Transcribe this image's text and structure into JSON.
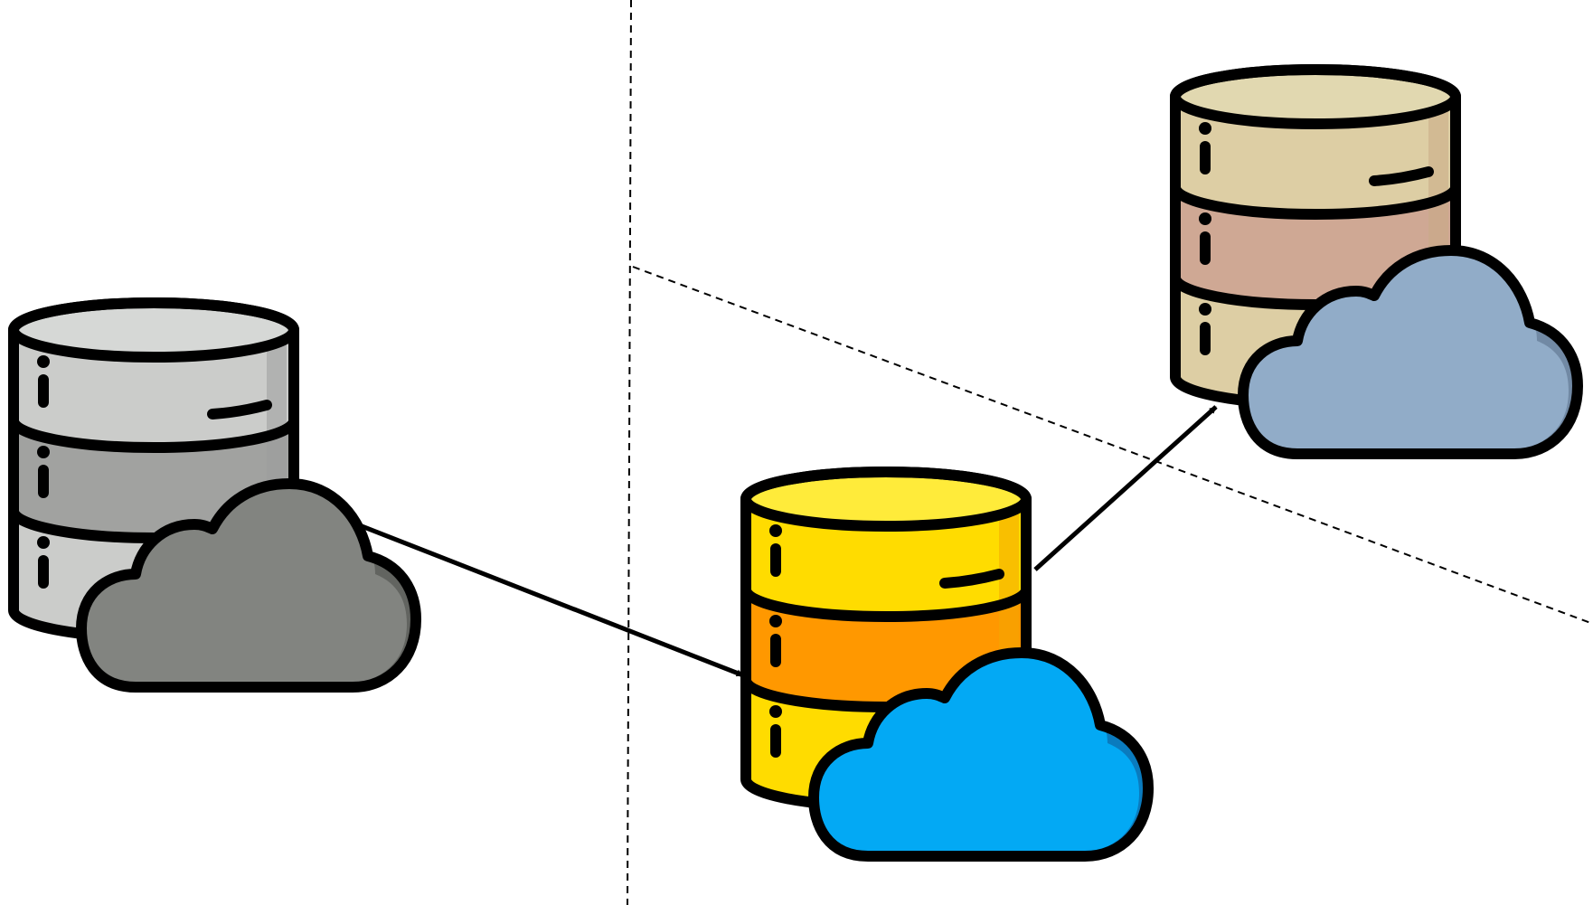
{
  "diagram": {
    "nodes": [
      {
        "id": "source-db",
        "icon": "cloud-database-icon",
        "colors": {
          "top": "#d6d8d6",
          "band1": "#cbccca",
          "band2": "#a1a2a0",
          "band3": "#cbccca",
          "shade": "#9c9c9c",
          "cloud": "#828480",
          "cloud_shade": "#5e605c"
        }
      },
      {
        "id": "middle-db",
        "icon": "cloud-database-icon",
        "colors": {
          "top": "#ffeb3a",
          "band1": "#ffdc00",
          "band2": "#ff9800",
          "band3": "#ffdc00",
          "shade": "#f4a800",
          "cloud": "#03a9f4",
          "cloud_shade": "#0b76b8"
        }
      },
      {
        "id": "target-db",
        "icon": "cloud-database-icon",
        "colors": {
          "top": "#e1d8b0",
          "band1": "#ddcea4",
          "band2": "#cfa894",
          "band3": "#ddcea4",
          "shade": "#c9a985",
          "cloud": "#91acc8",
          "cloud_shade": "#6e85a0"
        }
      }
    ],
    "edges": [
      {
        "from": "source-db",
        "to": "middle-db"
      },
      {
        "from": "middle-db",
        "to": "target-db"
      }
    ],
    "style": {
      "stroke": "#000000",
      "background": "#ffffff",
      "boundary": "dashed"
    }
  }
}
